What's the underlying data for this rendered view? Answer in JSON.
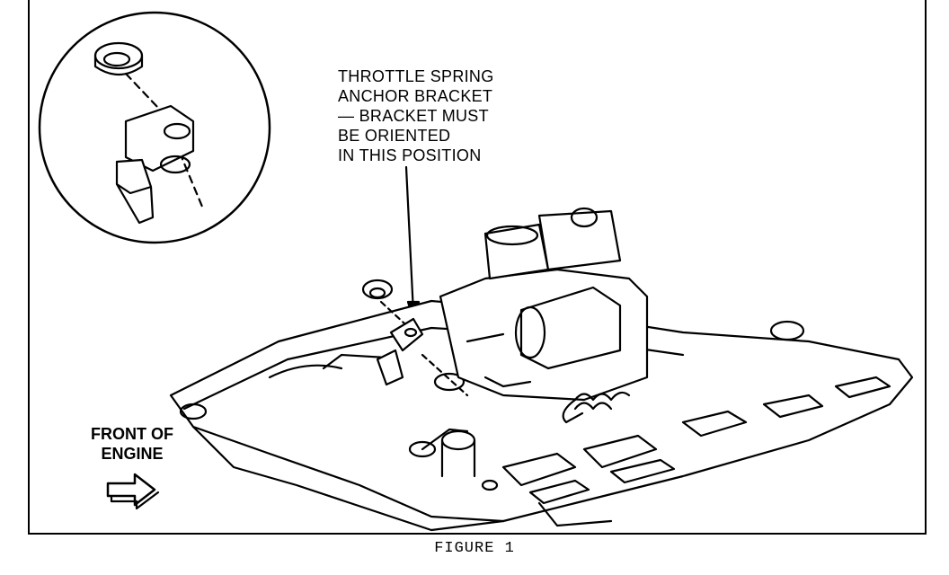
{
  "callout": {
    "lines": [
      "THROTTLE SPRING",
      "ANCHOR BRACKET",
      "— BRACKET MUST",
      "BE ORIENTED",
      "IN THIS POSITION"
    ]
  },
  "front_label": {
    "lines": [
      "FRONT OF",
      "ENGINE"
    ]
  },
  "caption": "FIGURE 1"
}
